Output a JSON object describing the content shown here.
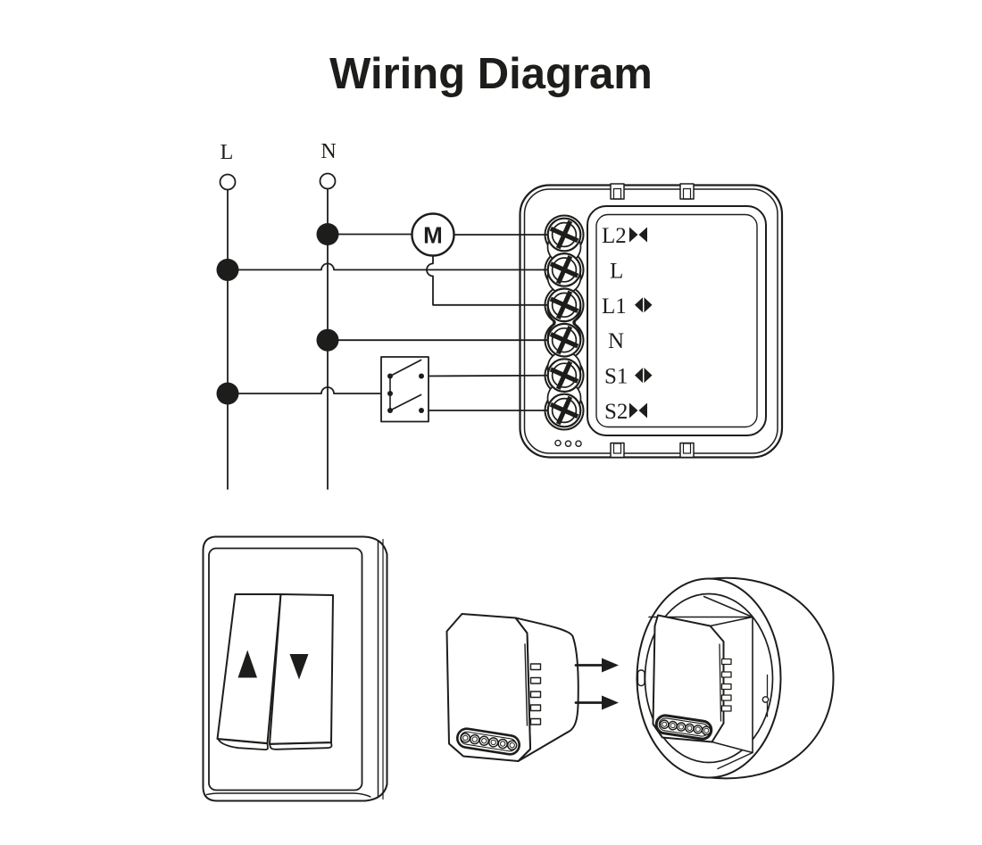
{
  "title": "Wiring Diagram",
  "colors": {
    "ink": "#1d1d1b",
    "paper": "#ffffff"
  },
  "schematic": {
    "supply": {
      "live": "L",
      "neutral": "N"
    },
    "motor_label": "M",
    "module_terminals": [
      {
        "label": "L2",
        "icon": "triangles-inward-icon"
      },
      {
        "label": "L",
        "icon": ""
      },
      {
        "label": "L1",
        "icon": "triangles-outward-icon"
      },
      {
        "label": "N",
        "icon": ""
      },
      {
        "label": "S1",
        "icon": "triangles-outward-icon"
      },
      {
        "label": "S2",
        "icon": "triangles-inward-icon"
      }
    ]
  },
  "installation": {
    "rocker_switch_buttons": [
      "up-arrow",
      "down-arrow"
    ],
    "arrow_count": 2
  }
}
